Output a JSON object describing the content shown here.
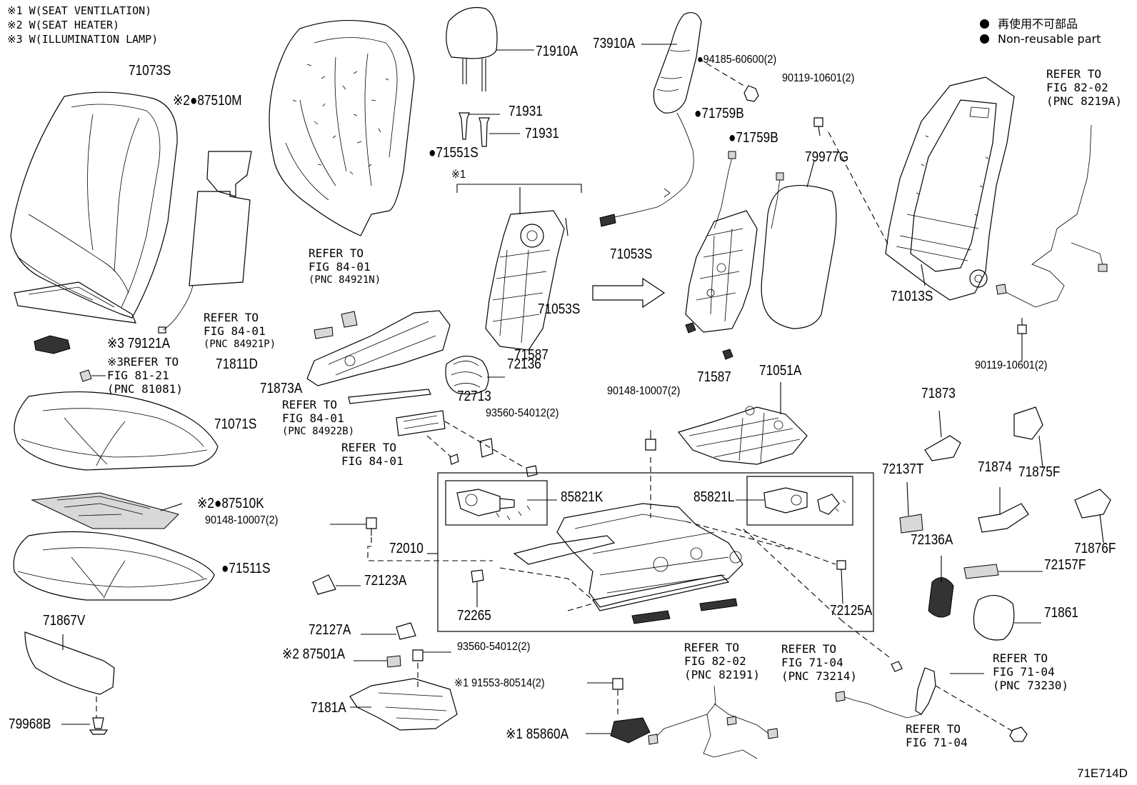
{
  "notes": [
    "※1 W(SEAT VENTILATION)",
    "※2 W(SEAT HEATER)",
    "※3 W(ILLUMINATION LAMP)"
  ],
  "legend": [
    {
      "text": "再使用不可部品"
    },
    {
      "text": "Non-reusable part"
    }
  ],
  "marker_1": "※1",
  "parts": {
    "p71073S": "71073S",
    "p87510M": "※2●87510M",
    "p71551S": "●71551S",
    "p71910A": "71910A",
    "p73910A": "73910A",
    "p94185": "●94185-60600(2)",
    "p90119a": "90119-10601(2)",
    "p71931a": "71931",
    "p71931b": "71931",
    "p71759Ba": "●71759B",
    "p71759Bb": "●71759B",
    "p79977G": "79977G",
    "p71013S": "71013S",
    "p71053Sa": "71053S",
    "p71053Sb": "71053S",
    "p79121A": "※3 79121A",
    "p71811D": "71811D",
    "p72136": "72136",
    "p71587a": "71587",
    "p71587b": "71587",
    "p90119b": "90119-10601(2)",
    "p71873A": "71873A",
    "p71071S": "71071S",
    "p72713": "72713",
    "p93560a": "93560-54012(2)",
    "p90148a": "90148-10007(2)",
    "p71051A": "71051A",
    "p71873": "71873",
    "p85821K": "85821K",
    "p85821L": "85821L",
    "p72137T": "72137T",
    "p71874": "71874",
    "p71875F": "71875F",
    "p87510K": "※2●87510K",
    "p90148b": "90148-10007(2)",
    "p72010": "72010",
    "p71876F": "71876F",
    "p71511S": "●71511S",
    "p72136A": "72136A",
    "p72123A": "72123A",
    "p72157F": "72157F",
    "p72265": "72265",
    "p72125A": "72125A",
    "p71861": "71861",
    "p71867V": "71867V",
    "p72127A": "72127A",
    "p87501A": "※2 87501A",
    "p93560b": "93560-54012(2)",
    "p91553": "※1 91553-80514(2)",
    "p7181A": "7181A",
    "p79968B": "79968B",
    "p85860A": "※1 85860A"
  },
  "refs": {
    "r1": [
      "REFER TO",
      "FIG 84-01",
      "(PNC 84921N)"
    ],
    "r2": [
      "REFER TO",
      "FIG 84-01",
      "(PNC 84921P)"
    ],
    "r3": [
      "※3REFER TO",
      "FIG 81-21",
      "(PNC 81081)"
    ],
    "r4": [
      "REFER TO",
      "FIG 84-01",
      "(PNC 84922B)"
    ],
    "r5": [
      "REFER TO",
      "FIG 84-01"
    ],
    "r6": [
      "REFER TO",
      "FIG 82-02",
      "(PNC 8219A)"
    ],
    "r7": [
      "REFER TO",
      "FIG 82-02",
      "(PNC 82191)"
    ],
    "r8": [
      "REFER TO",
      "FIG 71-04",
      "(PNC 73214)"
    ],
    "r9": [
      "REFER TO",
      "FIG 71-04",
      "(PNC 73230)"
    ],
    "r10": [
      "REFER TO",
      "FIG 71-04"
    ]
  },
  "illustration_code": "71E714D"
}
